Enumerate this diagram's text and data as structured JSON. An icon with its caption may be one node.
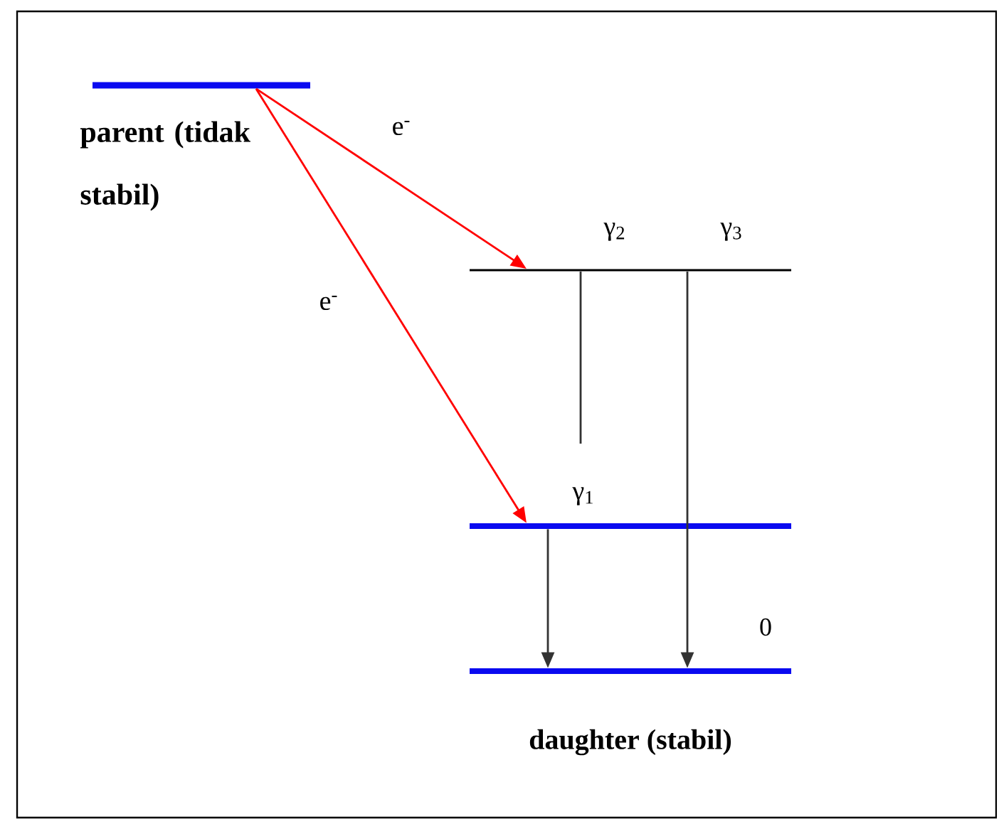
{
  "diagram": {
    "nodes": [
      {
        "text": [
          "parent (tidak stabil)"
        ]
      },
      {
        "text": [],
        "shape": "bar"
      },
      {
        "text": [],
        "shape": "bar"
      },
      {
        "text": [
          "daughter (stabil)"
        ],
        "beside": [
          "0"
        ]
      }
    ],
    "edges": [
      {
        "from": 0,
        "to": 1,
        "arrow": "to",
        "label": "e$^{-}$",
        "color": "#ff0000"
      },
      {
        "from": 0,
        "to": 2,
        "arrow": "to",
        "label": "e$^{-}$",
        "color": "#ff0000"
      },
      {
        "from": 1,
        "to": null,
        "arrow": "none",
        "label": "γ$_{2}$"
      },
      {
        "from": 2,
        "to": 3,
        "arrow": "to",
        "label": "γ$_{1}$"
      },
      {
        "from": 1,
        "to": 3,
        "arrow": "to",
        "label": "γ$_{3}$"
      }
    ]
  }
}
